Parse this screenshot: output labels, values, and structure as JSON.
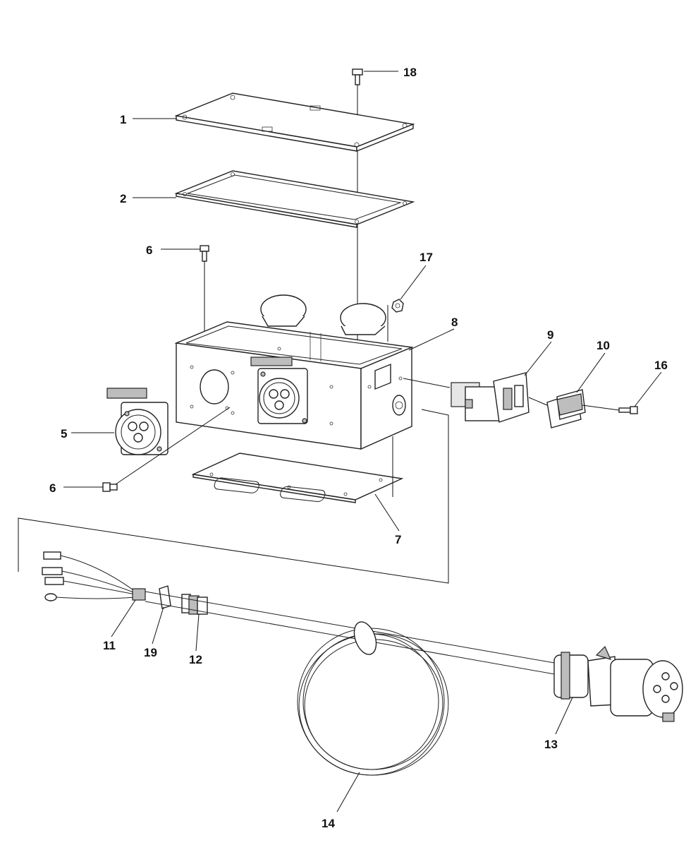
{
  "labels": {
    "p1": "1",
    "p2": "2",
    "p5": "5",
    "p6a": "6",
    "p6b": "6",
    "p7": "7",
    "p8": "8",
    "p9": "9",
    "p10": "10",
    "p11": "11",
    "p12": "12",
    "p13": "13",
    "p14": "14",
    "p16": "16",
    "p17": "17",
    "p18": "18",
    "p19": "19"
  },
  "colors": {
    "line": "#111111",
    "fill": "#ffffff",
    "shade": "#bdbdbd"
  }
}
